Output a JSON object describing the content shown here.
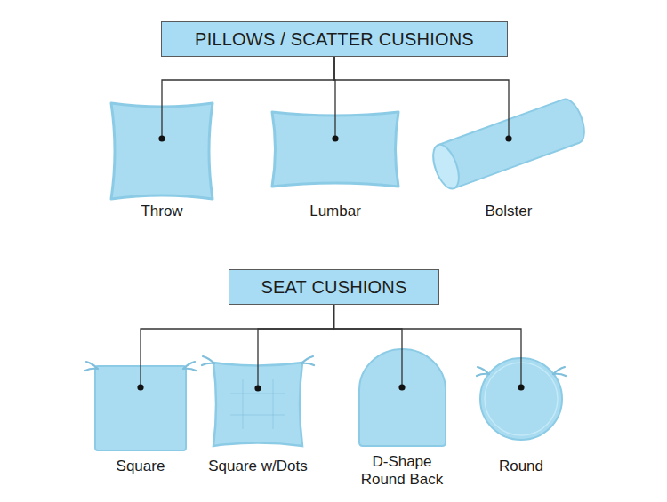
{
  "diagram": {
    "nodes": [
      {
        "text": [
          "PILLOWS / SCATTER CUSHIONS"
        ]
      },
      {
        "text": [
          "Throw"
        ]
      },
      {
        "text": [
          "Lumbar"
        ]
      },
      {
        "text": [
          "Bolster"
        ]
      },
      {
        "text": [
          "SEAT CUSHIONS"
        ]
      },
      {
        "text": [
          "Square"
        ]
      },
      {
        "text": [
          "Square w/Dots"
        ]
      },
      {
        "text": [
          "D-Shape Round Back"
        ]
      },
      {
        "text": [
          "Round"
        ]
      }
    ],
    "edges": [
      {
        "from": 0,
        "to": 1,
        "arrow": "none"
      },
      {
        "from": 0,
        "to": 2,
        "arrow": "none"
      },
      {
        "from": 0,
        "to": 3,
        "arrow": "none"
      },
      {
        "from": 4,
        "to": 5,
        "arrow": "none"
      },
      {
        "from": 4,
        "to": 6,
        "arrow": "none"
      },
      {
        "from": 4,
        "to": 7,
        "arrow": "none"
      },
      {
        "from": 4,
        "to": 8,
        "arrow": "none"
      }
    ]
  }
}
